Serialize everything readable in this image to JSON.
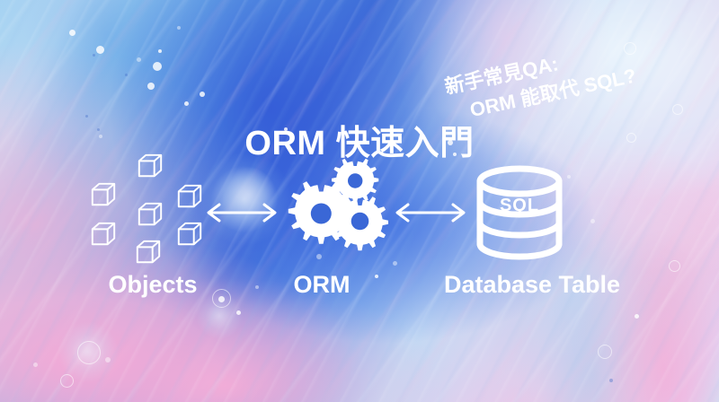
{
  "image": {
    "title": "ORM 快速入門",
    "annotation": {
      "line1": "新手常見QA:",
      "line2": "ORM 能取代 SQL?"
    }
  },
  "diagram": {
    "nodes": [
      {
        "id": "objects",
        "label": "Objects",
        "icon": "cubes-icon",
        "count": 7
      },
      {
        "id": "orm",
        "label": "ORM",
        "icon": "gears-icon",
        "count": 3
      },
      {
        "id": "database",
        "label": "Database Table",
        "icon": "database-icon",
        "inner_label": "SQL"
      }
    ],
    "connectors": [
      {
        "id": "objects-orm",
        "icon": "double-arrow-icon",
        "from": "objects",
        "to": "orm"
      },
      {
        "id": "orm-database",
        "icon": "double-arrow-icon",
        "from": "orm",
        "to": "database"
      }
    ]
  },
  "colors": {
    "foreground": "#ffffff",
    "background_blue": "#3f6fd8",
    "background_pink": "#f5b6da",
    "background_light_blue": "#bfe0f5"
  }
}
